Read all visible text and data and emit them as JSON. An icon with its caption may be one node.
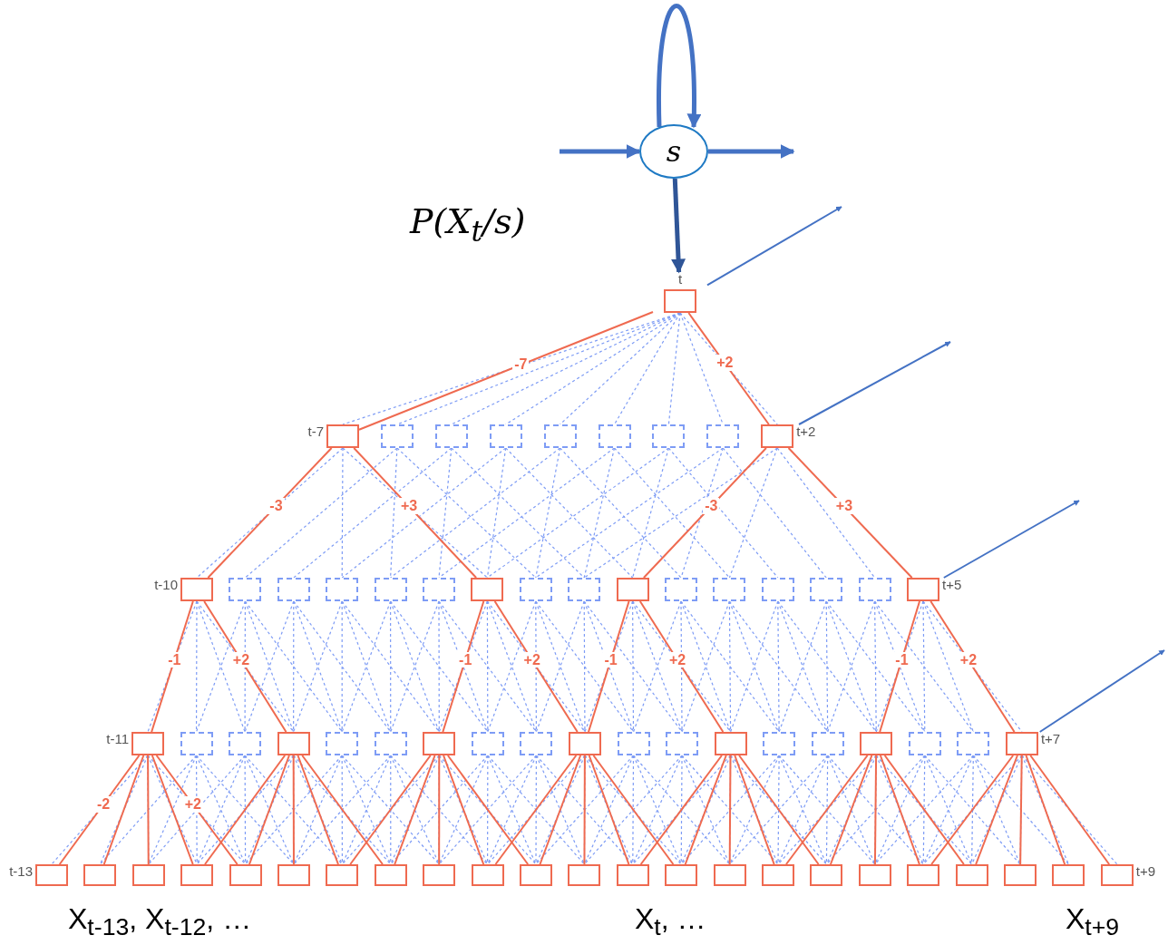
{
  "diagram": {
    "nodes": [
      {
        "text": [
          "s"
        ]
      },
      {
        "text": [
          "t"
        ]
      },
      {
        "text": [
          "t-7"
        ]
      },
      {
        "text": [],
        "shape": "box"
      },
      {
        "text": [],
        "shape": "box"
      },
      {
        "text": [],
        "shape": "box"
      },
      {
        "text": [],
        "shape": "box"
      },
      {
        "text": [],
        "shape": "box"
      },
      {
        "text": [],
        "shape": "box"
      },
      {
        "text": [],
        "shape": "box"
      },
      {
        "text": [
          "t+2"
        ]
      },
      {
        "text": [
          "t-10"
        ]
      },
      {
        "text": [],
        "shape": "box"
      },
      {
        "text": [],
        "shape": "box"
      },
      {
        "text": [],
        "shape": "box"
      },
      {
        "text": [],
        "shape": "box"
      },
      {
        "text": [],
        "shape": "box"
      },
      {
        "text": [],
        "shape": "box"
      },
      {
        "text": [],
        "shape": "box"
      },
      {
        "text": [],
        "shape": "box"
      },
      {
        "text": [],
        "shape": "box"
      },
      {
        "text": [],
        "shape": "box"
      },
      {
        "text": [],
        "shape": "box"
      },
      {
        "text": [],
        "shape": "box"
      },
      {
        "text": [],
        "shape": "box"
      },
      {
        "text": [],
        "shape": "box"
      },
      {
        "text": [
          "t+5"
        ]
      },
      {
        "text": [
          "t-11"
        ]
      },
      {
        "text": [],
        "shape": "box"
      },
      {
        "text": [],
        "shape": "box"
      },
      {
        "text": [],
        "shape": "box"
      },
      {
        "text": [],
        "shape": "box"
      },
      {
        "text": [],
        "shape": "box"
      },
      {
        "text": [],
        "shape": "box"
      },
      {
        "text": [],
        "shape": "box"
      },
      {
        "text": [],
        "shape": "box"
      },
      {
        "text": [],
        "shape": "box"
      },
      {
        "text": [],
        "shape": "box"
      },
      {
        "text": [],
        "shape": "box"
      },
      {
        "text": [],
        "shape": "box"
      },
      {
        "text": [],
        "shape": "box"
      },
      {
        "text": [],
        "shape": "box"
      },
      {
        "text": [],
        "shape": "box"
      },
      {
        "text": [],
        "shape": "box"
      },
      {
        "text": [],
        "shape": "box"
      },
      {
        "text": [
          "t+7"
        ]
      },
      {
        "text": [
          "t-13"
        ]
      },
      {
        "text": [],
        "shape": "box"
      },
      {
        "text": [],
        "shape": "box"
      },
      {
        "text": [],
        "shape": "box"
      },
      {
        "text": [],
        "shape": "box"
      },
      {
        "text": [],
        "shape": "box"
      },
      {
        "text": [],
        "shape": "box"
      },
      {
        "text": [],
        "shape": "box"
      },
      {
        "text": [],
        "shape": "box"
      },
      {
        "text": [],
        "shape": "box"
      },
      {
        "text": [],
        "shape": "box"
      },
      {
        "text": [],
        "shape": "box"
      },
      {
        "text": [],
        "shape": "box"
      },
      {
        "text": [],
        "shape": "box"
      },
      {
        "text": [],
        "shape": "box"
      },
      {
        "text": [],
        "shape": "box"
      },
      {
        "text": [],
        "shape": "box"
      },
      {
        "text": [],
        "shape": "box"
      },
      {
        "text": [],
        "shape": "box"
      },
      {
        "text": [],
        "shape": "box"
      },
      {
        "text": [],
        "shape": "box"
      },
      {
        "text": [],
        "shape": "box"
      },
      {
        "text": [
          "t+9"
        ]
      }
    ],
    "edges": [
      {
        "from": null,
        "to": 0,
        "arrow": "to",
        "style": "thick",
        "color": "#4472c4"
      },
      {
        "from": 0,
        "to": null,
        "arrow": "to",
        "style": "thick",
        "color": "#4472c4"
      },
      {
        "from": 0,
        "to": 0,
        "arrow": "to",
        "style": "thick",
        "color": "#4472c4"
      },
      {
        "from": 0,
        "to": 1,
        "arrow": "to",
        "style": "thick",
        "color": "#2f5597"
      },
      {
        "from": 1,
        "to": 2,
        "arrow": "none",
        "label": "-7"
      },
      {
        "from": 1,
        "to": 10,
        "arrow": "none",
        "label": "+2"
      },
      {
        "from": 2,
        "to": 11,
        "arrow": "none",
        "label": "-3"
      },
      {
        "from": 2,
        "to": 17,
        "arrow": "none",
        "label": "+3"
      },
      {
        "from": 10,
        "to": 20,
        "arrow": "none",
        "label": "-3"
      },
      {
        "from": 10,
        "to": 26,
        "arrow": "none",
        "label": "+3"
      },
      {
        "from": 11,
        "to": 27,
        "arrow": "none",
        "label": "-1"
      },
      {
        "from": 11,
        "to": 30,
        "arrow": "none",
        "label": "+2"
      },
      {
        "from": 17,
        "to": 33,
        "arrow": "none",
        "label": "-1"
      },
      {
        "from": 17,
        "to": 36,
        "arrow": "none",
        "label": "+2"
      },
      {
        "from": 20,
        "to": 36,
        "arrow": "none",
        "label": "-1"
      },
      {
        "from": 20,
        "to": 39,
        "arrow": "none",
        "label": "+2"
      },
      {
        "from": 26,
        "to": 42,
        "arrow": "none",
        "label": "-1"
      },
      {
        "from": 26,
        "to": 45,
        "arrow": "none",
        "label": "+2"
      },
      {
        "from": 27,
        "to": 46,
        "arrow": "none",
        "label": "-2"
      },
      {
        "from": 27,
        "to": 47,
        "arrow": "none"
      },
      {
        "from": 27,
        "to": 48,
        "arrow": "none"
      },
      {
        "from": 27,
        "to": 49,
        "arrow": "none"
      },
      {
        "from": 27,
        "to": 50,
        "arrow": "none",
        "label": "+2"
      },
      {
        "from": 30,
        "to": 49,
        "arrow": "none"
      },
      {
        "from": 30,
        "to": 50,
        "arrow": "none"
      },
      {
        "from": 30,
        "to": 51,
        "arrow": "none"
      },
      {
        "from": 30,
        "to": 52,
        "arrow": "none"
      },
      {
        "from": 30,
        "to": 53,
        "arrow": "none"
      },
      {
        "from": 33,
        "to": 52,
        "arrow": "none"
      },
      {
        "from": 33,
        "to": 53,
        "arrow": "none"
      },
      {
        "from": 33,
        "to": 54,
        "arrow": "none"
      },
      {
        "from": 33,
        "to": 55,
        "arrow": "none"
      },
      {
        "from": 33,
        "to": 56,
        "arrow": "none"
      },
      {
        "from": 36,
        "to": 55,
        "arrow": "none"
      },
      {
        "from": 36,
        "to": 56,
        "arrow": "none"
      },
      {
        "from": 36,
        "to": 57,
        "arrow": "none"
      },
      {
        "from": 36,
        "to": 58,
        "arrow": "none"
      },
      {
        "from": 36,
        "to": 59,
        "arrow": "none"
      },
      {
        "from": 39,
        "to": 58,
        "arrow": "none"
      },
      {
        "from": 39,
        "to": 59,
        "arrow": "none"
      },
      {
        "from": 39,
        "to": 60,
        "arrow": "none"
      },
      {
        "from": 39,
        "to": 61,
        "arrow": "none"
      },
      {
        "from": 39,
        "to": 62,
        "arrow": "none"
      },
      {
        "from": 42,
        "to": 61,
        "arrow": "none"
      },
      {
        "from": 42,
        "to": 62,
        "arrow": "none"
      },
      {
        "from": 42,
        "to": 63,
        "arrow": "none"
      },
      {
        "from": 42,
        "to": 64,
        "arrow": "none"
      },
      {
        "from": 42,
        "to": 65,
        "arrow": "none"
      },
      {
        "from": 45,
        "to": 64,
        "arrow": "none"
      },
      {
        "from": 45,
        "to": 65,
        "arrow": "none"
      },
      {
        "from": 45,
        "to": 66,
        "arrow": "none"
      },
      {
        "from": 45,
        "to": 67,
        "arrow": "none"
      },
      {
        "from": 45,
        "to": 68,
        "arrow": "none"
      },
      {
        "from": 1,
        "to": null,
        "arrow": "to",
        "color": "#4472c4"
      },
      {
        "from": 10,
        "to": null,
        "arrow": "to",
        "color": "#4472c4"
      },
      {
        "from": 26,
        "to": null,
        "arrow": "to",
        "color": "#4472c4"
      },
      {
        "from": 45,
        "to": null,
        "arrow": "to",
        "color": "#4472c4"
      }
    ],
    "labels": [
      "P(X$_{t}$/s)",
      "X$_{t-13}$, X$_{t-12}$, …",
      "X$_{t}$, …",
      "X$_{t+9}$"
    ]
  }
}
